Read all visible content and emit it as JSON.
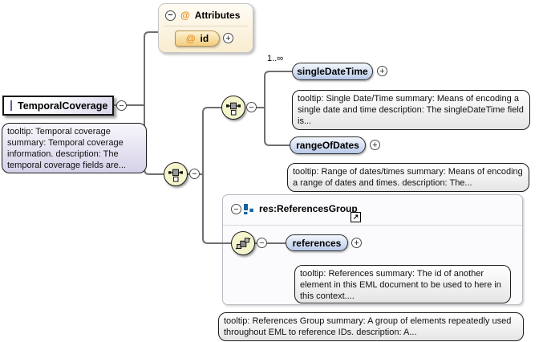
{
  "glyphs": {
    "minus": "−",
    "plus": "+",
    "at": "@",
    "link_arrow": "↗"
  },
  "colors": {
    "accent_orange": "#e8891d",
    "wire_gray": "#6f6f6f",
    "compositor_fill": "#f5f5cd",
    "pill_fill_top": "#f3f7fd",
    "pill_fill_bottom": "#b7c8e8",
    "group_icon_blue": "#15629e",
    "attr_box_fill": "#f9ecd0",
    "element_icon_purple": "#a496ce"
  },
  "nodes": {
    "root": {
      "label": "TemporalCoverage",
      "tooltip": "tooltip: Temporal coverage summary: Temporal coverage information. description: The temporal coverage fields are..."
    },
    "attributes": {
      "title": "Attributes",
      "id_attr": "id"
    },
    "single_date_time": {
      "occurrence": "1..∞",
      "label": "singleDateTime",
      "tooltip": "tooltip: Single Date/Time summary: Means of encoding a single date and time description: The singleDateTime field is..."
    },
    "range_of_dates": {
      "label": "rangeOfDates",
      "tooltip": "tooltip: Range of dates/times summary: Means of encoding a range of dates and times. description: The..."
    },
    "references_group": {
      "label": "res:ReferencesGroup",
      "tooltip": "tooltip: References Group summary: A group of elements repeatedly used throughout EML to reference IDs. description: A..."
    },
    "references": {
      "label": "references",
      "tooltip": "tooltip: References summary: The id of another element in this EML document to be used to here in this context...."
    }
  }
}
